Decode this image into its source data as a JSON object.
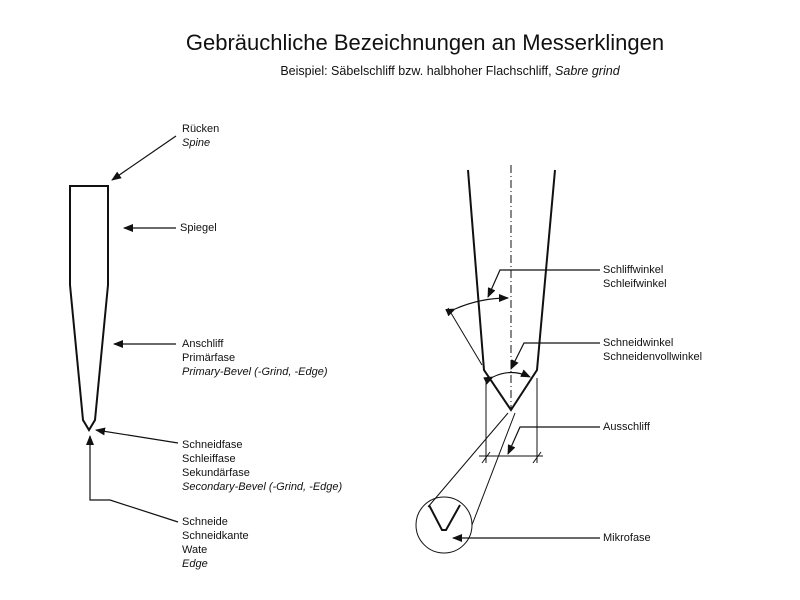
{
  "title": "Gebräuchliche Bezeichnungen an Messerklingen",
  "subtitle": "Beispiel: Säbelschliff bzw. halbhoher Flachschliff,",
  "subtitle_italic": "Sabre grind",
  "left_labels": {
    "ruecken": [
      "Rücken",
      "Spine"
    ],
    "spiegel": "Spiegel",
    "anschliff": [
      "Anschliff",
      "Primärfase",
      "Primary-Bevel (-Grind, -Edge)"
    ],
    "schneidfase": [
      "Schneidfase",
      "Schleiffase",
      "Sekundärfase",
      "Secondary-Bevel (-Grind, -Edge)"
    ],
    "schneide": [
      "Schneide",
      "Schneidkante",
      "Wate",
      "Edge"
    ]
  },
  "right_labels": {
    "schliffwinkel": [
      "Schliffwinkel",
      "Schleifwinkel"
    ],
    "schneidwinkel": [
      "Schneidwinkel",
      "Schneidenvollwinkel"
    ],
    "ausschliff": "Ausschliff",
    "mikrofase": "Mikrofase"
  }
}
